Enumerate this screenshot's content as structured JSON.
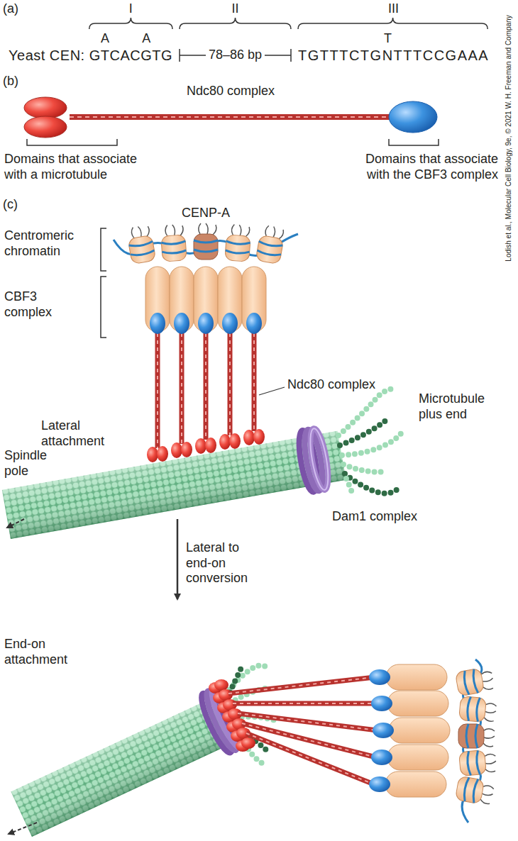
{
  "diagram": {
    "labels": [
      "(a)",
      "I",
      "II",
      "III",
      "A",
      "A",
      "T",
      "Yeast CEN: GTCACGTG",
      "78–86 bp",
      "TGTTTCTGNTTTCCGAAA",
      "(b)",
      "Ndc80 complex",
      "Domains that associate with a microtubule",
      "Domains that associate with the CBF3 complex",
      "(c)",
      "CENP-A",
      "Centromeric chromatin",
      "CBF3 complex",
      "Ndc80 complex",
      "Lateral attachment",
      "Microtubule plus end",
      "Spindle pole",
      "Dam1 complex",
      "Lateral to end-on conversion",
      "End-on attachment",
      "Lodish et al., Molecular Cell Biology, 9e, © 2021 W. H. Freeman and Company"
    ]
  }
}
